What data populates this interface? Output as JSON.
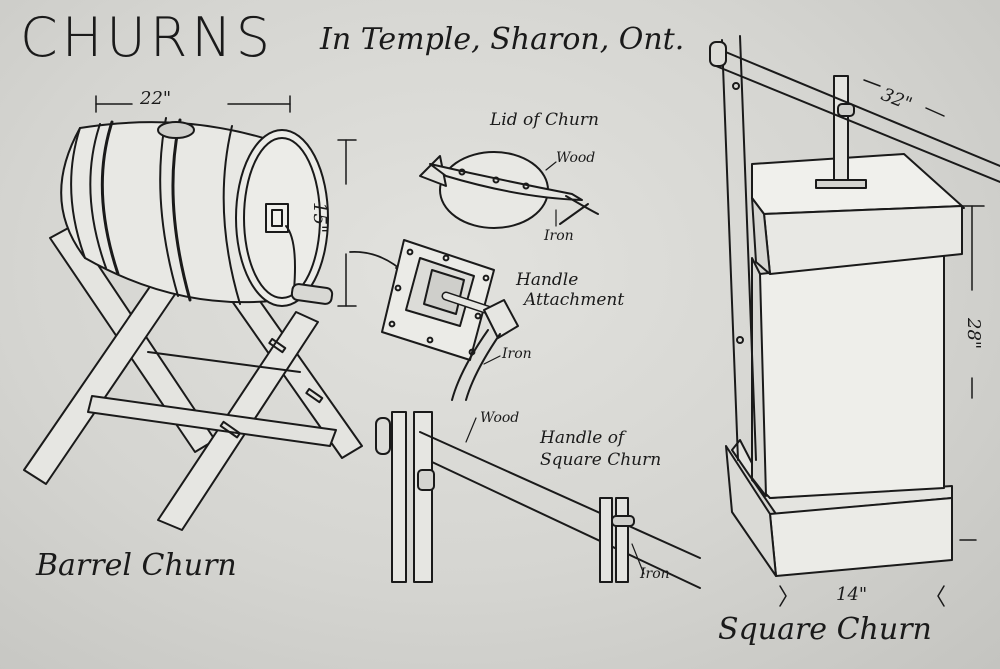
{
  "title": "CHURNS",
  "subtitle": "In Temple, Sharon, Ont.",
  "barrel_churn": {
    "caption": "Barrel Churn",
    "width_dim": "22\"",
    "height_dim": "15\""
  },
  "lid_detail": {
    "title": "Lid of Churn",
    "wood_label": "Wood",
    "iron_label": "Iron"
  },
  "handle_attachment": {
    "title_line1": "Handle",
    "title_line2": "Attachment",
    "iron_label": "Iron"
  },
  "square_handle_detail": {
    "title_line1": "Handle of",
    "title_line2": "Square Churn",
    "wood_label": "Wood",
    "iron_label": "Iron"
  },
  "square_churn": {
    "caption": "Square Churn",
    "width_dim": "14\"",
    "height_dim": "28\"",
    "handle_dim": "32\""
  },
  "colors": {
    "paper": "#d6d6d2",
    "ink": "#1a1a1a"
  }
}
